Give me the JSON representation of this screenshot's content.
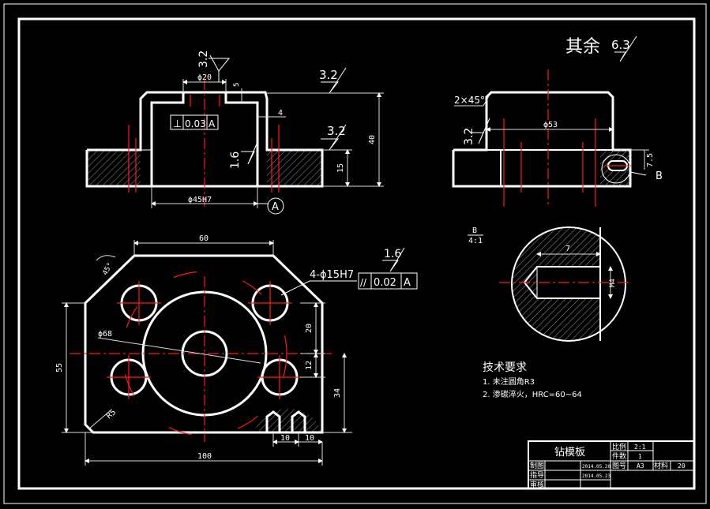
{
  "colors": {
    "background": "#000000",
    "outline": "#ffffff",
    "centerline": "#ff1a1a",
    "hatch": "#9a9a9a",
    "thin": "#dcdcdc"
  },
  "roughness": {
    "general_prefix": "其余",
    "general_value": "6.3",
    "top_boss": "3.2",
    "top_right_face": "3.2",
    "step_face": "3.2",
    "bore_face": "1.6",
    "side_face": "3.2",
    "plan_hole": "1.6"
  },
  "front_view": {
    "phi20": "ϕ20",
    "dim5": "5",
    "dim4": "4",
    "dim40": "40",
    "dim15": "15",
    "phi45": "ϕ45H7",
    "perp_sym": "⊥",
    "perp_val": "0.03",
    "perp_datum": "A",
    "datum_label": "A"
  },
  "side_view": {
    "chamfer": "2×45°",
    "phi53": "ϕ53",
    "dim7_5": "7.5",
    "detail_label": "B"
  },
  "detail_view": {
    "label_top": "B",
    "label_bottom": "4:1",
    "dim7": "7",
    "dim_m4": "M4"
  },
  "plan_view": {
    "dim60": "60",
    "angle45": "45°",
    "holes": "4-ϕ15H7",
    "par_sym": "//",
    "par_val": "0.02",
    "par_datum": "A",
    "phi68": "ϕ68",
    "dim20": "20",
    "dim12": "12",
    "dim34": "34",
    "dim55": "55",
    "r5": "R5",
    "dim10a": "10",
    "dim10b": "10",
    "dim100": "100"
  },
  "tech_req": {
    "title": "技术要求",
    "item1": "1. 未注圆角R3",
    "item2": "2. 渗碳淬火，HRC=60~64"
  },
  "title_block": {
    "part_name": "钻模板",
    "scale_label": "比例",
    "scale_value": "2:1",
    "qty_label": "件数",
    "qty_value": "1",
    "drawing_label": "图号",
    "drawing_value": "A3",
    "material_label": "材料",
    "material_value": "20",
    "drawn_label": "制图",
    "drawn_date": "2014.05.20",
    "guide_label": "指导",
    "guide_date": "2014.05.23",
    "review_label": "审核"
  }
}
